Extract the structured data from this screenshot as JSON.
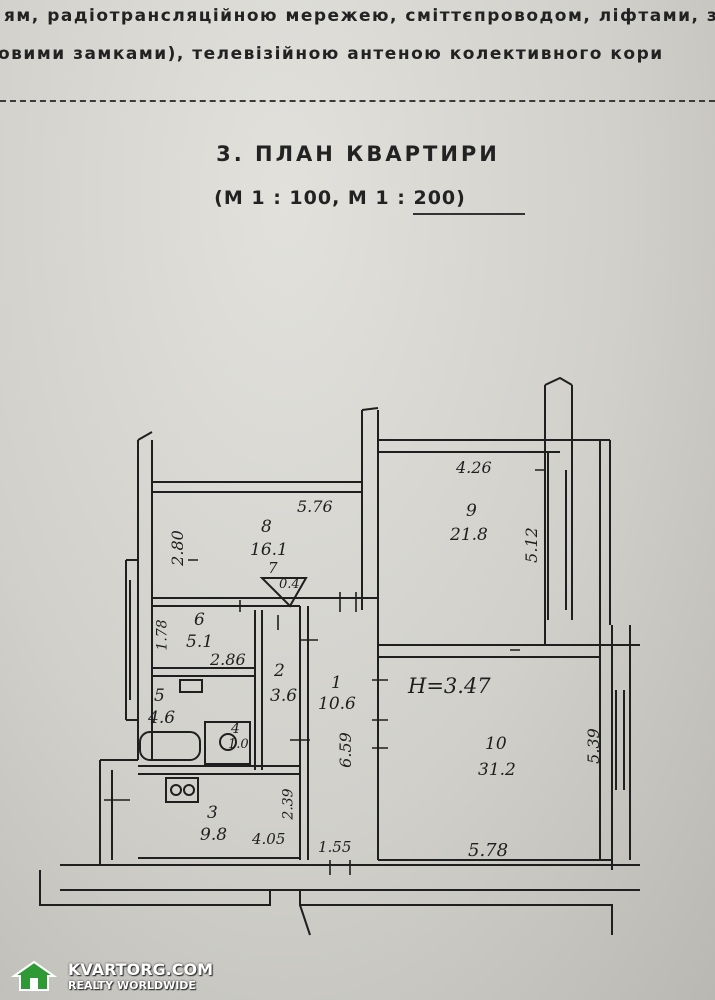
{
  "header": {
    "line1": "ям, радіотрансляційною мережею, сміттєпроводом, ліфтами, з",
    "line2": "овими замками), телевізійною антеною колективного кори"
  },
  "plan": {
    "title": "3. ПЛАН КВАРТИРИ",
    "scale": "(М 1 : 100, М 1 : 200)",
    "height_label": "H=3.47",
    "rooms": [
      {
        "number": "1",
        "area": "10.6"
      },
      {
        "number": "2",
        "area": "3.6"
      },
      {
        "number": "3",
        "area": "9.8"
      },
      {
        "number": "4",
        "area": "1.0"
      },
      {
        "number": "5",
        "area": "4.6"
      },
      {
        "number": "6",
        "area": "5.1"
      },
      {
        "number": "7",
        "area": "0.4"
      },
      {
        "number": "8",
        "area": "16.1"
      },
      {
        "number": "9",
        "area": "21.8"
      },
      {
        "number": "10",
        "area": "31.2"
      }
    ],
    "dimensions": {
      "room8_width": "5.76",
      "room8_depth": "2.80",
      "room9_width": "4.26",
      "room9_depth": "5.12",
      "room6_depth": "1.78",
      "room6_width": "2.86",
      "hall_length": "6.59",
      "room10_depth": "5.39",
      "room10_width": "5.78",
      "kitchen_depth": "2.39",
      "kitchen_width": "4.05",
      "entry_width": "1.55"
    }
  },
  "watermark": {
    "name": "KVARTORG.COM",
    "tagline": "REALTY WORLDWIDE",
    "accent_color": "#2f9a35"
  }
}
